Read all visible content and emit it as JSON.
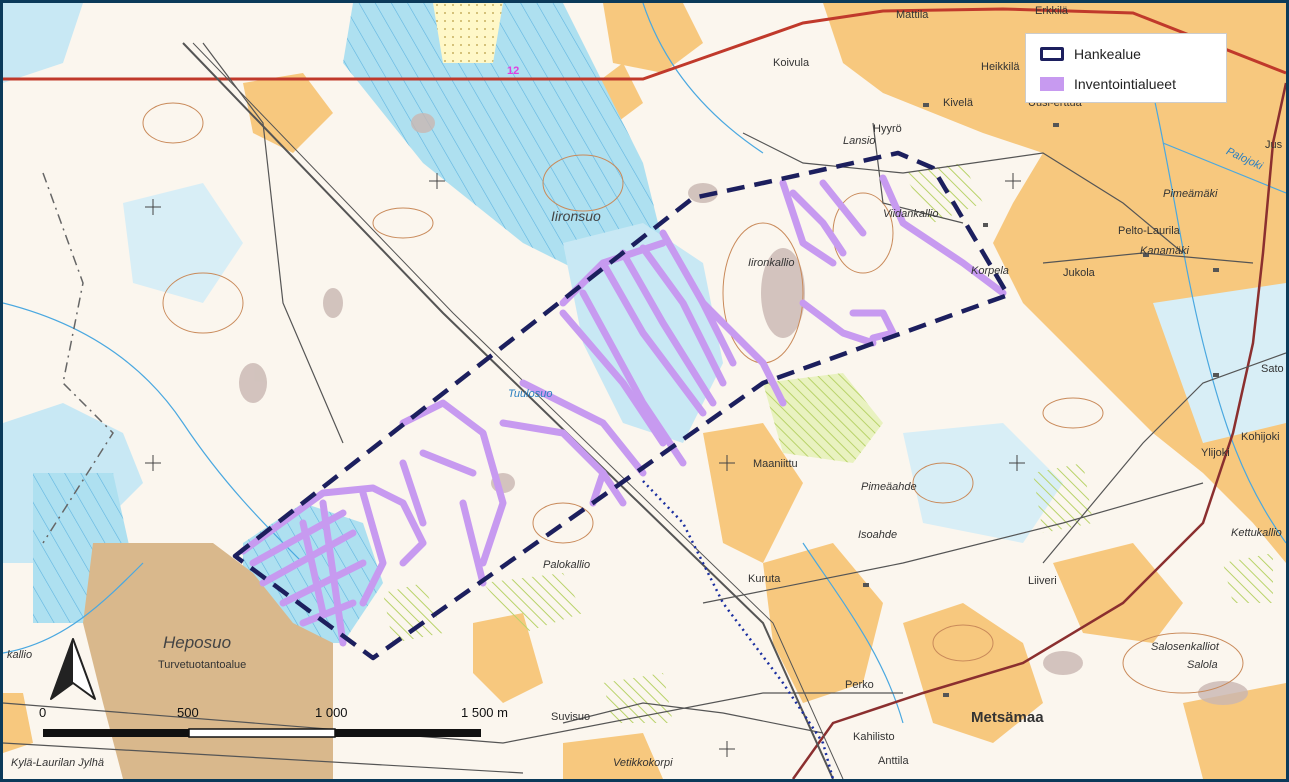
{
  "legend": {
    "items": [
      {
        "label": "Hankealue",
        "symbol": "dashed-outline",
        "color": "#1c1f5e"
      },
      {
        "label": "Inventointialueet",
        "symbol": "fill",
        "color": "#c79af0"
      }
    ]
  },
  "road_number": "12",
  "place_labels": {
    "mattila": "Mattila",
    "erkkila": "Erkkilä",
    "heikkila": "Heikkilä",
    "koivula": "Koivula",
    "kivela": "Kivelä",
    "hyyro": "Hyyrö",
    "uusi_erttua": "Uusi-erttua",
    "lansio": "Lansio",
    "iironsuo": "Iironsuo",
    "viidankallio": "Viidankallio",
    "iironkallio": "Iironkallio",
    "korpela": "Korpela",
    "pelto_laurila": "Pelto-Laurila",
    "kanamaki": "Kanamäki",
    "jukola": "Jukola",
    "pimeamaki": "Pimeämäki",
    "palojoki": "Palojoki",
    "tuulosuo": "Tuulosuo",
    "maaniittu": "Maaniittu",
    "pimeaahde": "Pimeäahde",
    "isoahde": "Isoahde",
    "palokallio": "Palokallio",
    "kuruta": "Kuruta",
    "liiveri": "Liiveri",
    "heposuo": "Heposuo",
    "turvetuotantoalue": "Turvetuotantoalue",
    "suvisuo": "Suvisuo",
    "perko": "Perko",
    "metsamaa": "Metsämaa",
    "kahilisto": "Kahilisto",
    "anttila": "Anttila",
    "vetikkokorpi": "Vetikkokorpi",
    "kyla_laurilan_jylha": "Kylä-Laurilan Jylhä",
    "kallio": "kallio",
    "ylijoki": "Ylijoki",
    "kohijoki": "Kohijoki",
    "kettukallio": "Kettukallio",
    "salosenkalliot": "Salosenkalliot",
    "salola": "Salola",
    "sato": "Sato",
    "jus": "Jus"
  },
  "scale_bar": {
    "labels": [
      "0",
      "500",
      "1 000",
      "1 500 m"
    ]
  },
  "colors": {
    "field": "#f7c87e",
    "water": "#aee0f0",
    "project_area": "#1c1f5e",
    "inventory": "#c79af0",
    "peat": "#d9b88c",
    "road_main": "#c0392b"
  }
}
